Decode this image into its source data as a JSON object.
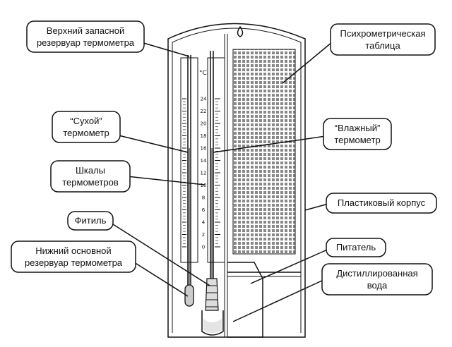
{
  "labels": {
    "upper_reservoir_l1": "Верхний запасной",
    "upper_reservoir_l2": "резервуар термометра",
    "psychro_table_l1": "Психрометрическая",
    "psychro_table_l2": "таблица",
    "dry_thermo_l1": "“Сухой”",
    "dry_thermo_l2": "термометр",
    "wet_thermo_l1": "“Влажный”",
    "wet_thermo_l2": "термометр",
    "scales_l1": "Шкалы",
    "scales_l2": "термометров",
    "plastic_case": "Пластиковый корпус",
    "wick": "Фитиль",
    "feeder": "Питатель",
    "lower_reservoir_l1": "Нижний основной",
    "lower_reservoir_l2": "резервуар термометра",
    "distilled_l1": "Дистиллированная",
    "distilled_l2": "вода"
  },
  "scale": {
    "unit": "°C",
    "ticks": [
      "24",
      "22",
      "20",
      "18",
      "16",
      "14",
      "12",
      "10",
      "8",
      "6",
      "4",
      "2",
      "0"
    ]
  }
}
